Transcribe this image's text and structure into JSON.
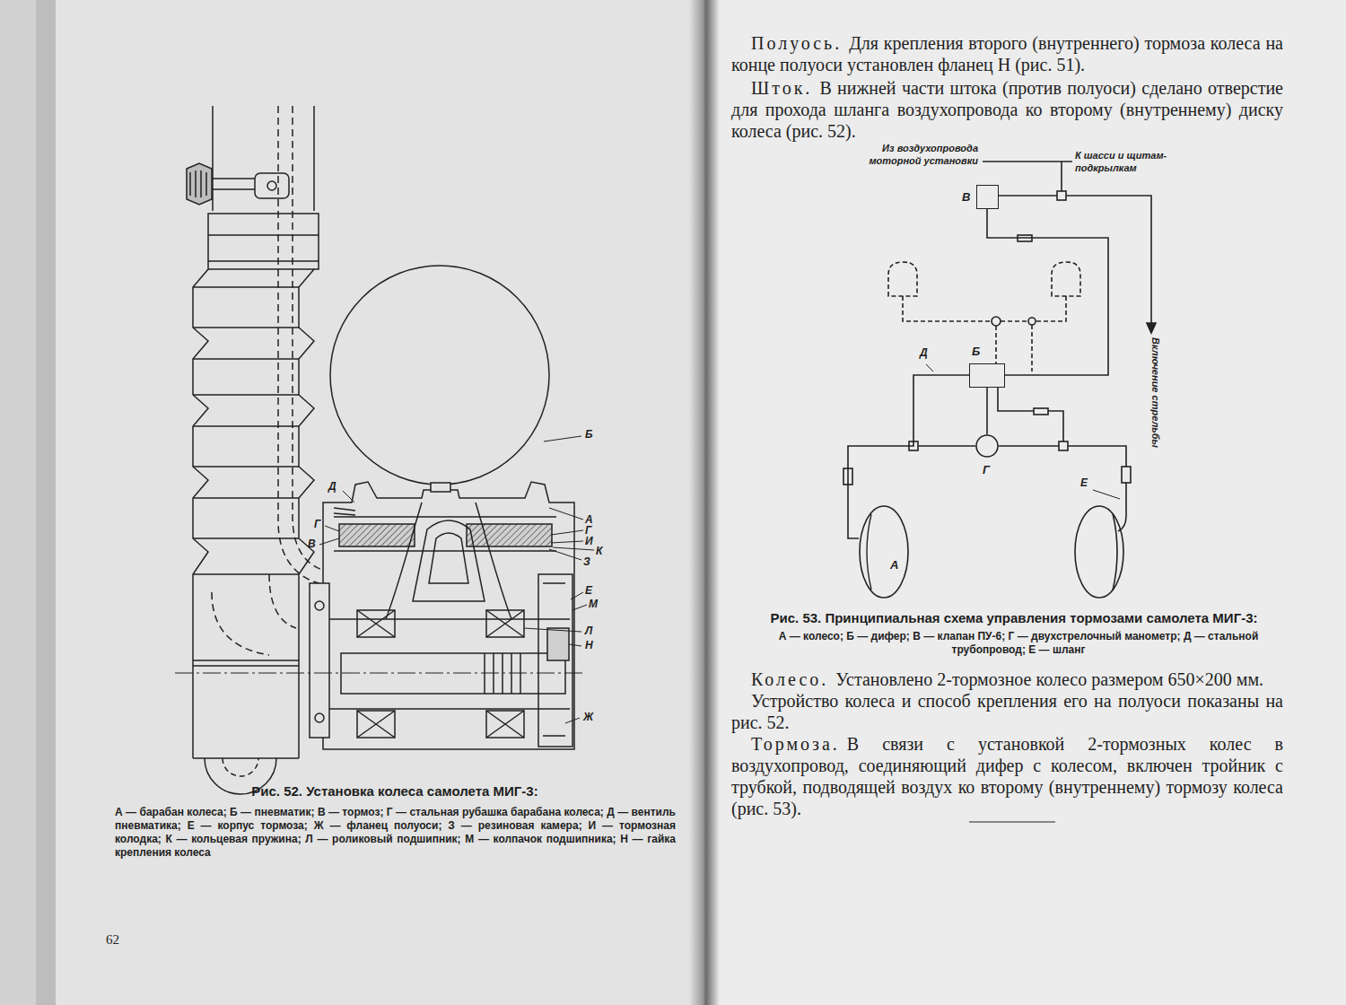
{
  "diagram": {
    "caption": "Рис. 53. Принципиальная схема управления тормозами самолета МИГ-3:",
    "nodes": [
      {
        "text": [
          "В"
        ]
      },
      {
        "text": [
          "Б"
        ]
      },
      {
        "text": [
          "Г"
        ]
      },
      {
        "text": [
          "А"
        ]
      }
    ],
    "edges": [
      {
        "from": 0,
        "to": 1,
        "arrow": "none"
      },
      {
        "from": 1,
        "to": 2,
        "arrow": "none"
      },
      {
        "from": 1,
        "to": 3,
        "arrow": "none"
      }
    ],
    "labels": [
      "Полуось.",
      "Для крепления второго (внутреннего) тормоза колеса на конце полуоси установлен фланец Н (рис. 51).",
      "Шток.",
      "В нижней части штока (против полуоси) сделано отверстие для прохода шланга воздухопровода ко второму (внутреннему) диску колеса (рис. 52).",
      "Из воздухопровода моторной установки",
      "К шасси и щитам-подкрылкам",
      "Включение стрельбы",
      "Д",
      "Е",
      "А — колесо; Б — дифер; В — клапан ПУ-6; Г — двухстрелочный манометр; Д — стальной трубопровод; Е — шланг",
      "Колесо.",
      "Установлено 2-тормозное колесо размером 650×200 мм.",
      "Устройство колеса и способ крепления его на полуоси показаны на рис. 52.",
      "Тормоза.",
      "В связи с установкой 2-тормозных колес в воздухопровод, соединяющий дифер с колесом, включен тройник с трубкой, подводящей воздух ко второму (внутреннему) тормозу колеса (рис. 53).",
      "Рис. 52. Установка колеса самолета МИГ-3:",
      "А — барабан колеса; Б — пневматик; В — тормоз; Г — стальная рубашка барабана колеса; Д — вентиль пневматика; Е — корпус тормоза; Ж — фланец полуоси; З — резиновая камера; И — тормозная колодка; К — кольцевая пружина; Л — роликовый подшипник; М — колпачок подшипника; Н — гайка крепления колеса",
      "62",
      "Б",
      "Д",
      "А",
      "Г",
      "Г",
      "В",
      "И",
      "К",
      "З",
      "Е",
      "М",
      "Л",
      "Н",
      "Ж"
    ]
  }
}
